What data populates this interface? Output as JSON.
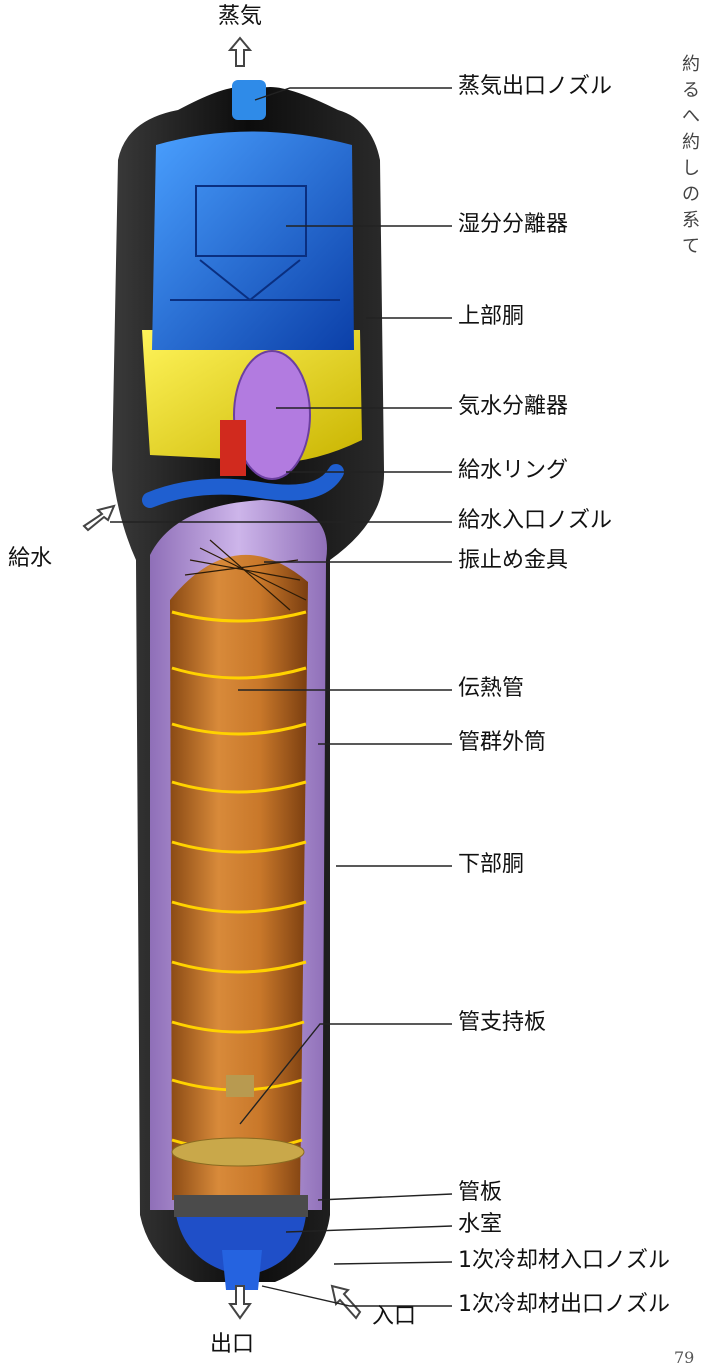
{
  "flows": {
    "steam": "蒸気",
    "feedwater": "給水",
    "inlet": "入口",
    "outlet": "出口"
  },
  "labels": {
    "steam_outlet_nozzle": "蒸気出口ノズル",
    "moisture_separator": "湿分分離器",
    "upper_shell": "上部胴",
    "steam_water_separator": "気水分離器",
    "feedwater_ring": "給水リング",
    "feedwater_inlet_nozzle": "給水入口ノズル",
    "anti_vibration_bars": "振止め金具",
    "heat_transfer_tubes": "伝熱管",
    "tube_bundle_wrapper": "管群外筒",
    "lower_shell": "下部胴",
    "tube_support_plate": "管支持板",
    "tube_sheet": "管板",
    "water_chamber": "水室",
    "primary_inlet_nozzle": "1次冷却材入口ノズル",
    "primary_outlet_nozzle": "1次冷却材出口ノズル"
  },
  "side_text": [
    "約",
    "る",
    "へ",
    "約",
    "し",
    "の",
    "系",
    "て"
  ],
  "page_number": "79",
  "colors": {
    "shell": "#1a1a1a",
    "separator_blue": "#1e6fd8",
    "separator_yellow": "#f2e600",
    "wrapper_purple": "#b79ad6",
    "tube_bundle": "#c9782a",
    "support_ring": "#ffd200",
    "channel_blue": "#1f4fc8"
  }
}
